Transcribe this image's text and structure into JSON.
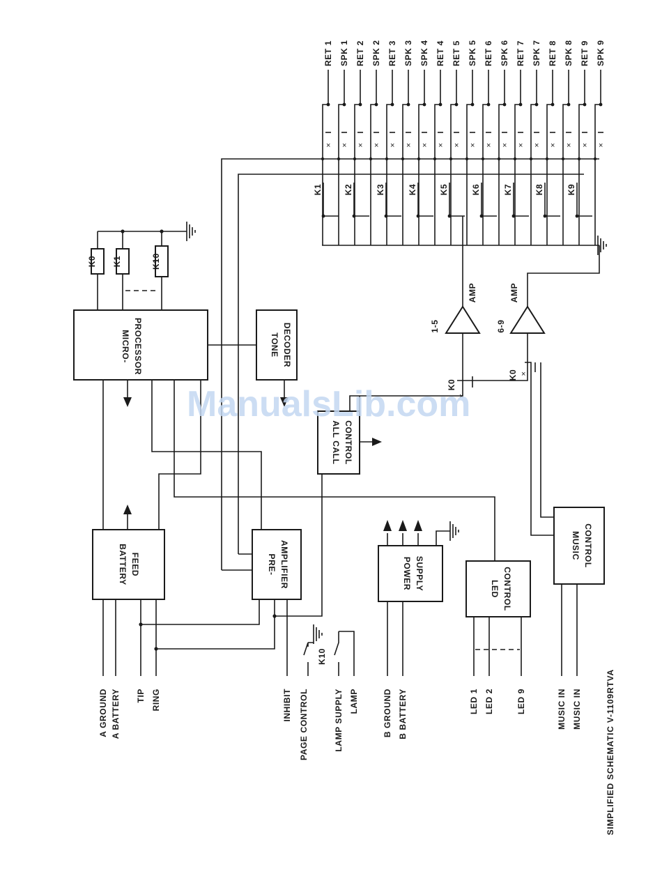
{
  "caption": "SIMPLIFIED SCHEMATIC V-1109RTVA",
  "watermark": "ManualsLib.com",
  "blocks": {
    "microprocessor": [
      "MICRO-",
      "PROCESSOR"
    ],
    "tone_decoder": [
      "TONE",
      "DECODER"
    ],
    "battery_feed": [
      "BATTERY",
      "FEED"
    ],
    "pre_amplifier": [
      "PRE-",
      "AMPLIFIER"
    ],
    "all_call_control": [
      "ALL CALL",
      "CONTROL"
    ],
    "power_supply": [
      "POWER",
      "SUPPLY"
    ],
    "led_control": [
      "LED",
      "CONTROL"
    ],
    "music_control": [
      "MUSIC",
      "CONTROL"
    ]
  },
  "relays": {
    "k0": "K0",
    "k1": "K1",
    "k10": "K10"
  },
  "amps": {
    "amp1": {
      "label": "AMP",
      "range": "1-5"
    },
    "amp2": {
      "label": "AMP",
      "range": "6-9"
    }
  },
  "contact_labels": [
    "K1",
    "K2",
    "K3",
    "K4",
    "K5",
    "K6",
    "K7",
    "K8",
    "K9"
  ],
  "k0_contacts": [
    "K0",
    "K0"
  ],
  "k10_switch": "K10",
  "outputs": [
    "RET 1",
    "SPK 1",
    "RET 2",
    "SPK 2",
    "RET 3",
    "SPK 3",
    "SPK 4",
    "RET 4",
    "RET 5",
    "SPK 5",
    "RET 6",
    "SPK 6",
    "RET 7",
    "SPK 7",
    "RET 8",
    "SPK 8",
    "RET 9",
    "SPK 9"
  ],
  "inputs": {
    "battery": [
      "A GROUND",
      "A BATTERY",
      "TIP",
      "RING"
    ],
    "control": [
      "INHIBIT",
      "PAGE CONTROL",
      "LAMP SUPPLY",
      "LAMP"
    ],
    "power": [
      "B GROUND",
      "B BATTERY"
    ],
    "led": [
      "LED 1",
      "LED 2",
      "LED 9"
    ],
    "music": [
      "MUSIC IN",
      "MUSIC IN"
    ]
  }
}
